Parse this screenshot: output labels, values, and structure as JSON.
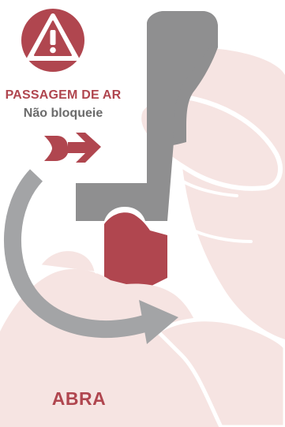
{
  "warning": {
    "title": "PASSAGEM DE AR",
    "subtitle": "Não bloqueie",
    "icon": "warning-triangle-icon"
  },
  "step": {
    "label": "ABRA"
  },
  "colors": {
    "accent": "#b0464f",
    "device_gray": "#8f8f90",
    "hand_pink": "#f6e4e2",
    "hand_outline": "#ffffff",
    "text_gray": "#6b6b6b"
  }
}
